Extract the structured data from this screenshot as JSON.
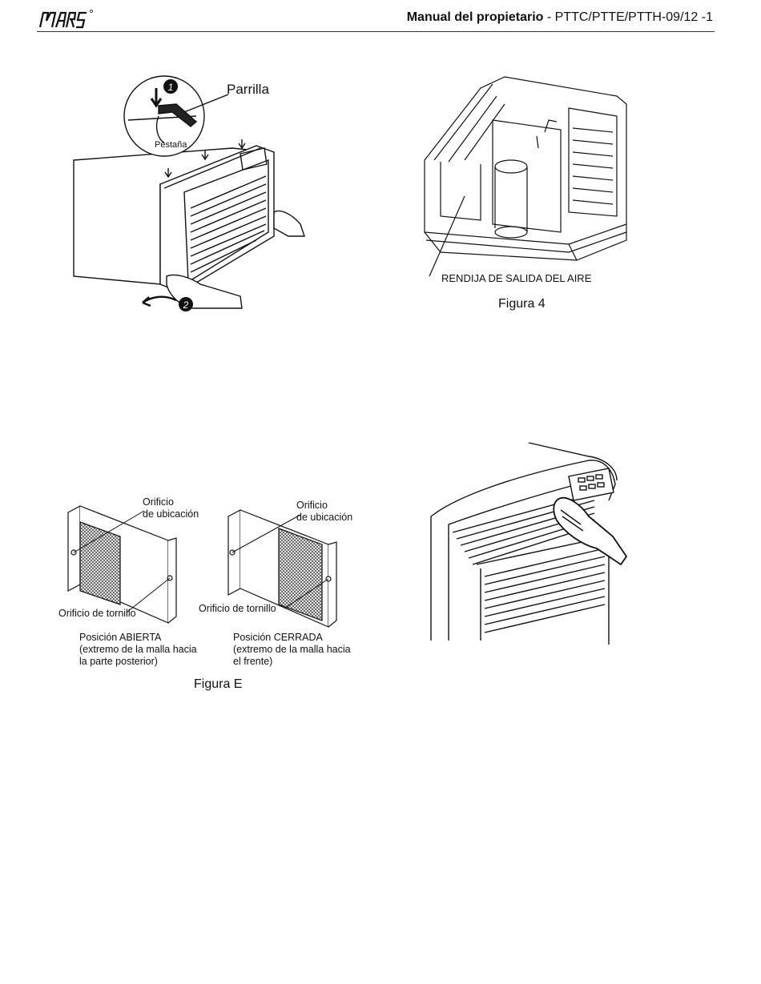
{
  "header": {
    "brand": "MARS",
    "title_bold": "Manual del propietario",
    "title_rest": " - PTTC/PTTE/PTTH-09/12  -1"
  },
  "figure_grille": {
    "label_grille": "Parrilla",
    "label_tab": "Pestaña",
    "step1": "1",
    "step2": "2"
  },
  "figure4": {
    "label_outlet": "RENDIJA DE SALIDA DEL AIRE",
    "caption": "Figura 4"
  },
  "figureE": {
    "left": {
      "locator": [
        "Orificio",
        "de ubicación"
      ],
      "screw": "Orificio de tornillo",
      "position": [
        "Posición ABIERTA",
        "(extremo de la malla hacia",
        "la parte posterior)"
      ]
    },
    "right": {
      "locator": [
        "Orificio",
        "de ubicación"
      ],
      "screw": "Orificio de tornillo",
      "position": [
        "Posición CERRADA",
        "(extremo de la malla hacia",
        "el frente)"
      ]
    },
    "caption": "Figura E"
  }
}
